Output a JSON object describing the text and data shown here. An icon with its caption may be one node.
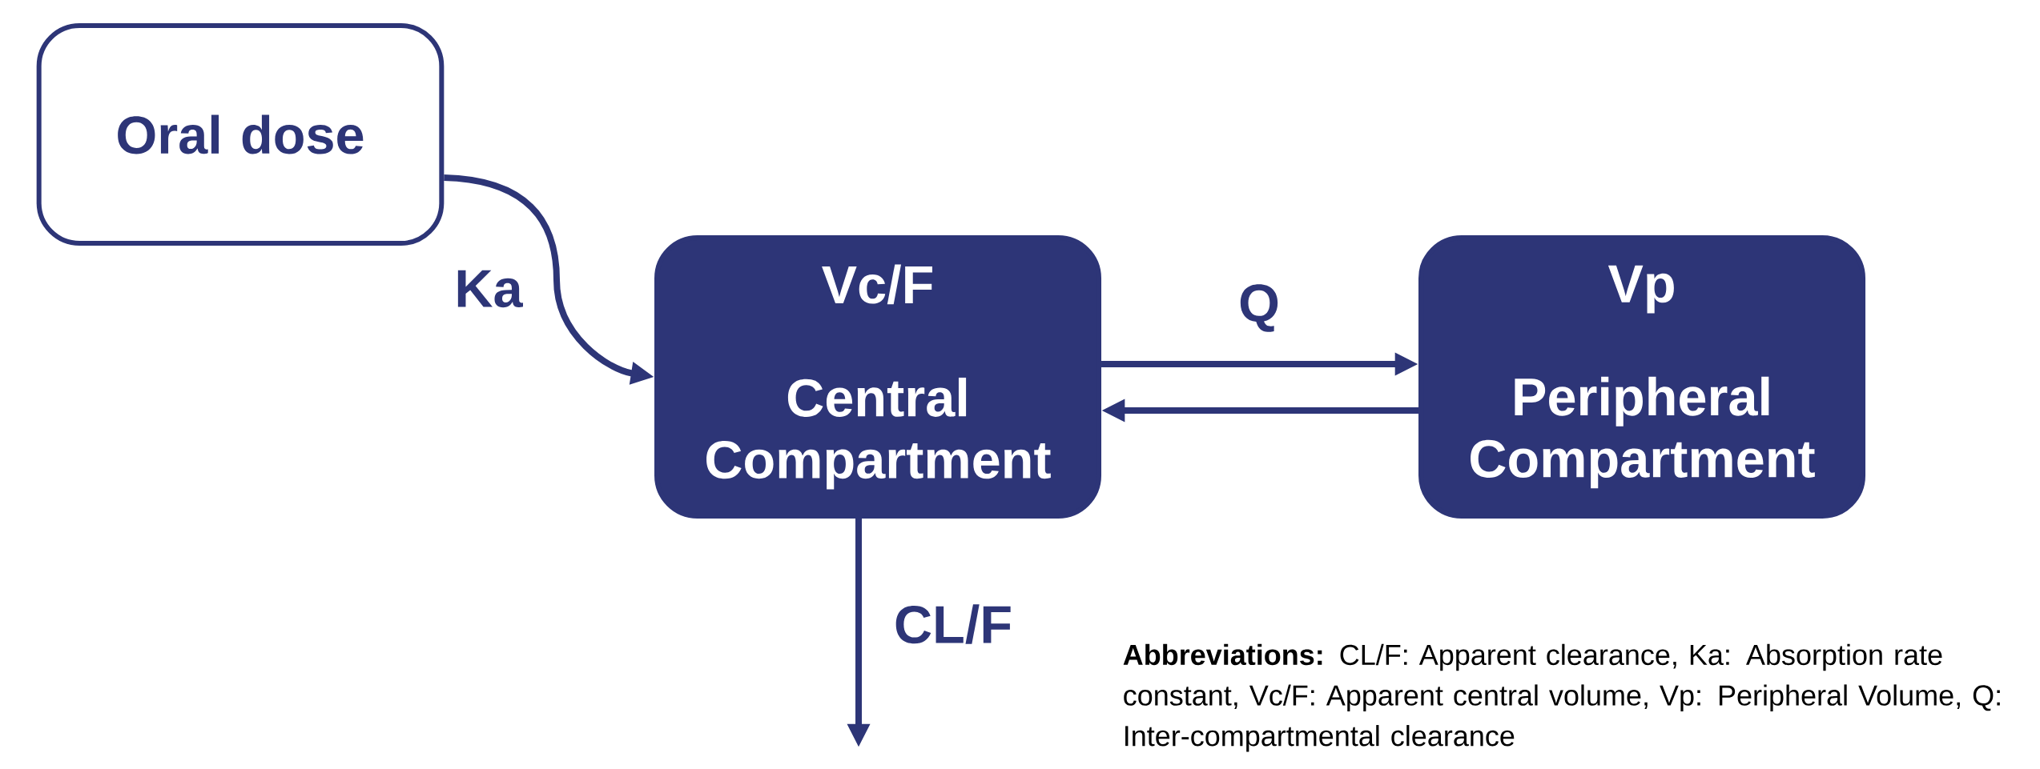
{
  "diagram": {
    "nodes": [
      {
        "text": [
          "Oral dose"
        ]
      },
      {
        "text": [
          "Vc/F",
          "Central Compartment"
        ]
      },
      {
        "text": [
          "Vp",
          "Peripheral Compartment"
        ]
      }
    ],
    "edges": [
      {
        "from": 0,
        "to": 1,
        "arrow": "to",
        "label": "Ka"
      },
      {
        "from": 1,
        "to": 2,
        "arrow": "to",
        "label": "Q"
      },
      {
        "from": 2,
        "to": 1,
        "arrow": "to"
      },
      {
        "from": 1,
        "to": null,
        "arrow": "to",
        "label": "CL/F"
      }
    ],
    "labels": [
      "**Abbreviations:** CL/F: Apparent clearance, Ka: Absorption rate constant, Vc/F: Apparent central volume, Vp: Peripheral Volume, Q: Inter-compartmental clearance"
    ]
  }
}
